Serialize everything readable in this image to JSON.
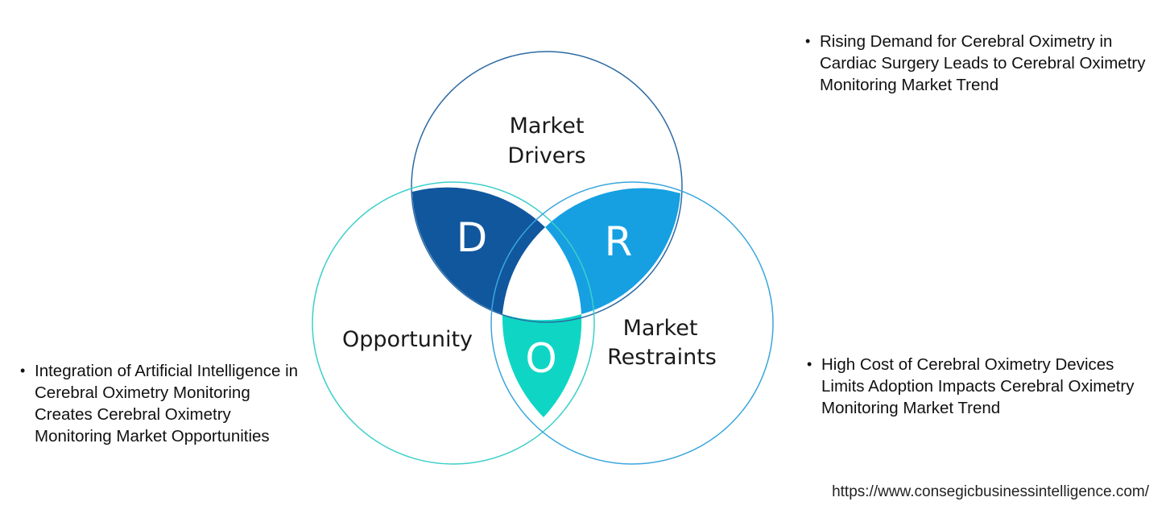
{
  "circles": {
    "drivers": {
      "line1": "Market",
      "line2": "Drivers",
      "stroke": "#2b6aa3"
    },
    "opportunity": {
      "line1": "Opportunity",
      "stroke": "#3ccfc9"
    },
    "restraints": {
      "line1": "Market",
      "line2": "Restraints",
      "stroke": "#3aa6dd"
    }
  },
  "overlaps": {
    "d": {
      "letter": "D",
      "color": "#10579e"
    },
    "r": {
      "letter": "R",
      "color": "#16a0e2"
    },
    "o": {
      "letter": "O",
      "color": "#0fd6c4"
    }
  },
  "notes": {
    "drivers": [
      "Rising Demand for Cerebral Oximetry in Cardiac Surgery Leads to Cerebral Oximetry Monitoring Market Trend"
    ],
    "restraints": [
      "High Cost of Cerebral Oximetry Devices Limits Adoption Impacts Cerebral Oximetry Monitoring Market Trend"
    ],
    "opportunity": [
      "Integration of Artificial Intelligence in Cerebral Oximetry Monitoring Creates Cerebral Oximetry Monitoring Market Opportunities"
    ]
  },
  "source_url": "https://www.consegicbusinessintelligence.com/"
}
